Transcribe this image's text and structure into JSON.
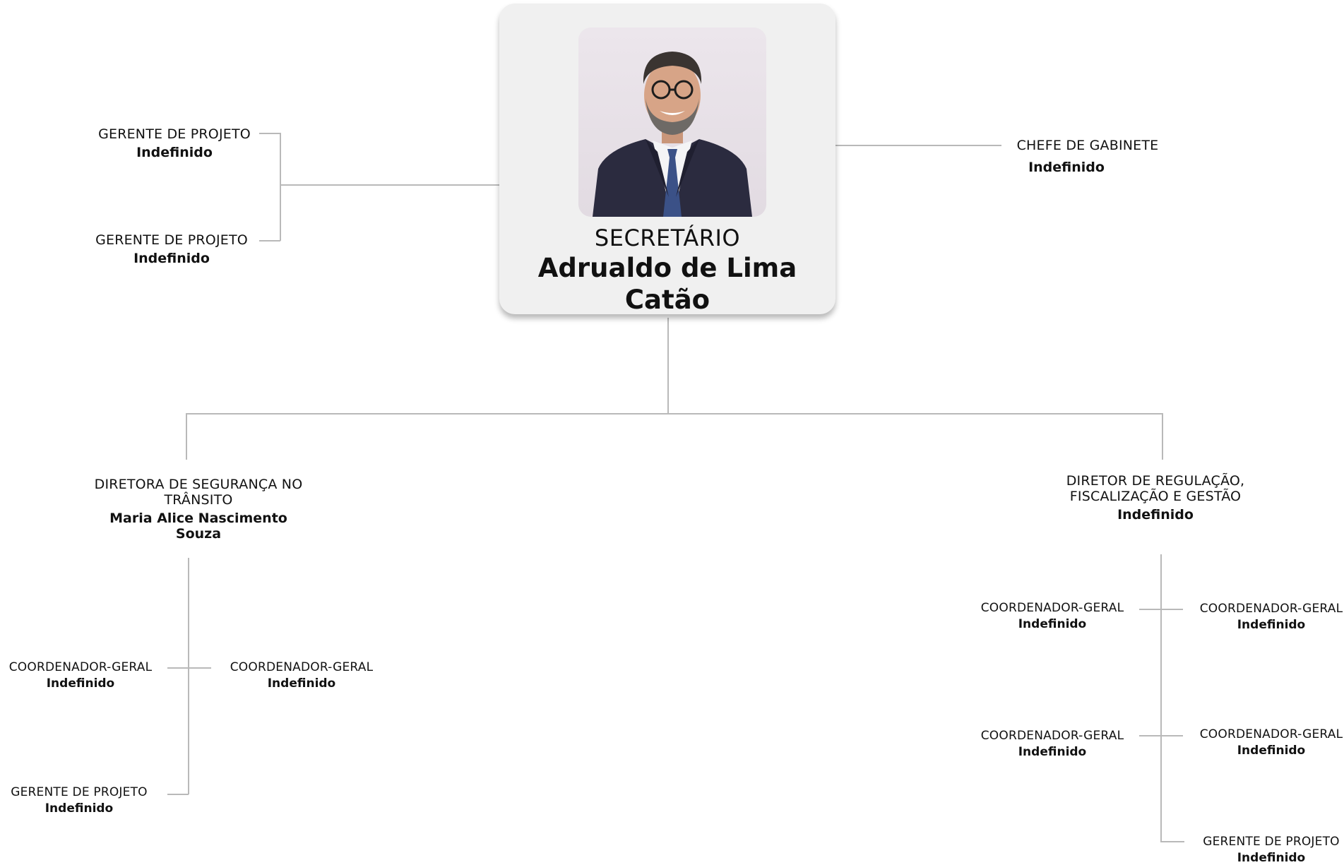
{
  "secretary": {
    "role": "SECRETÁRIO",
    "name": "Adrualdo de Lima Catão"
  },
  "chief_of_staff": {
    "role": "CHEFE DE GABINETE",
    "name": "Indefinido"
  },
  "left_managers": [
    {
      "role": "GERENTE DE PROJETO",
      "name": "Indefinido"
    },
    {
      "role": "GERENTE DE PROJETO",
      "name": "Indefinido"
    }
  ],
  "director_left": {
    "role": "DIRETORA DE SEGURANÇA NO TRÂNSITO",
    "name": "Maria Alice Nascimento Souza",
    "children": [
      {
        "role": "COORDENADOR-GERAL",
        "name": "Indefinido"
      },
      {
        "role": "COORDENADOR-GERAL",
        "name": "Indefinido"
      },
      {
        "role": "GERENTE DE PROJETO",
        "name": "Indefinido"
      }
    ]
  },
  "director_right": {
    "role": "DIRETOR DE REGULAÇÃO, FISCALIZAÇÃO E GESTÃO",
    "name": "Indefinido",
    "children": [
      {
        "role": "COORDENADOR-GERAL",
        "name": "Indefinido"
      },
      {
        "role": "COORDENADOR-GERAL",
        "name": "Indefinido"
      },
      {
        "role": "COORDENADOR-GERAL",
        "name": "Indefinido"
      },
      {
        "role": "COORDENADOR-GERAL",
        "name": "Indefinido"
      },
      {
        "role": "GERENTE DE PROJETO",
        "name": "Indefinido"
      }
    ]
  }
}
